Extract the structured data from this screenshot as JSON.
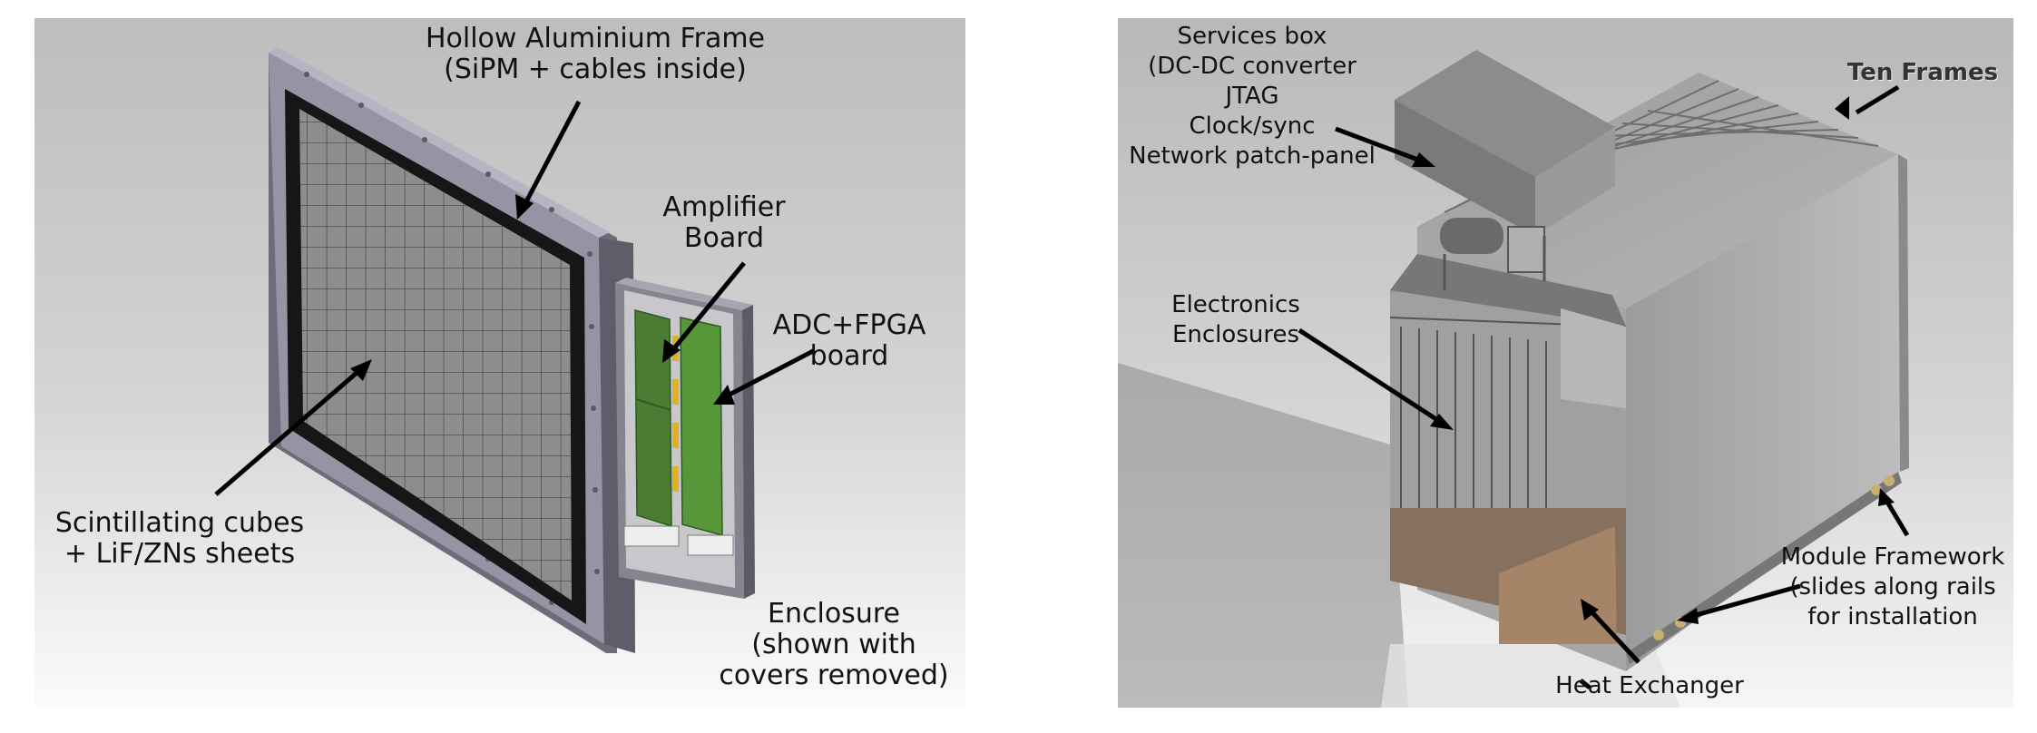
{
  "left_figure": {
    "frame_label": [
      "Hollow Aluminium Frame",
      "(SiPM + cables inside)"
    ],
    "amp_label": [
      "Amplifier",
      "Board"
    ],
    "adc_label": [
      "ADC+FPGA",
      "board"
    ],
    "cubes_label": [
      "Scintillating cubes",
      "+ LiF/ZNs sheets"
    ],
    "enclosure_label": [
      "Enclosure",
      "(shown with",
      "covers removed)"
    ]
  },
  "right_figure": {
    "services_label": [
      "Services box",
      "(DC-DC converter",
      "JTAG",
      "Clock/sync",
      "Network patch-panel"
    ],
    "ten_frames_label": "Ten Frames",
    "electronics_label": [
      "Electronics",
      "Enclosures"
    ],
    "framework_label": [
      "Module Framework",
      "(slides along rails",
      "for installation"
    ],
    "heat_label": "Heat Exchanger"
  },
  "colors": {
    "frame_metal": "#8e8e9e",
    "frame_metal_dark": "#6a6a78",
    "black_border": "#151515",
    "grid_face": "#8b8b8b",
    "pcb_green": "#4e8a34",
    "connector_gold": "#e0b020",
    "module_grey": "#9a9a9a",
    "heat_exchanger": "#8a6f5a"
  }
}
